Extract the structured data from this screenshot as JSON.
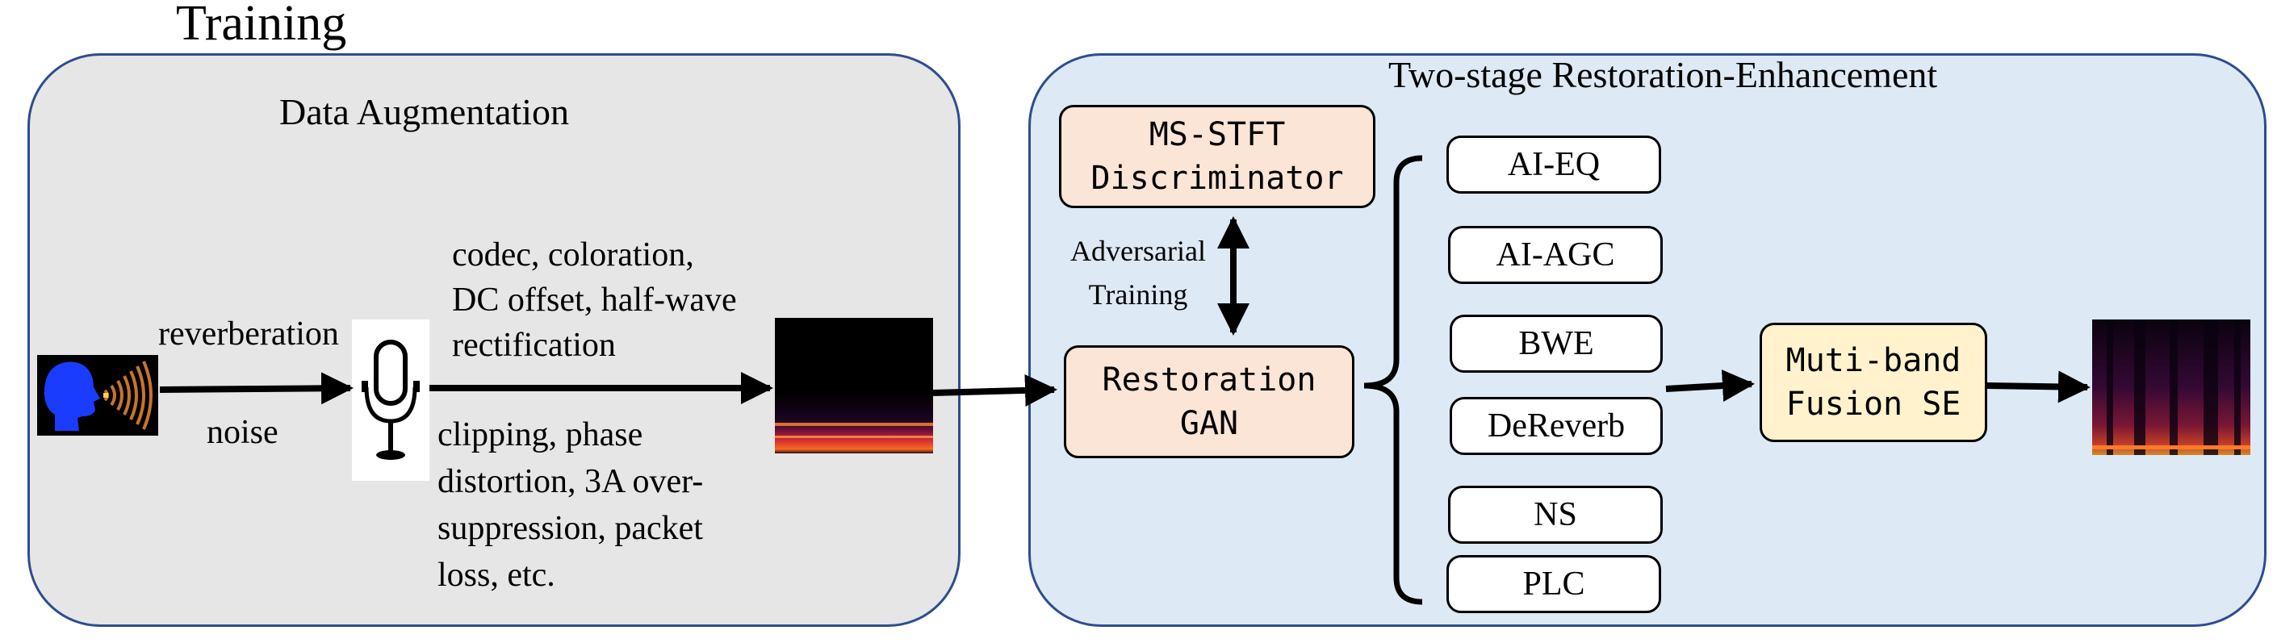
{
  "title": "Training",
  "left_panel": {
    "title": "Data Augmentation",
    "label_reverberation": "reverberation",
    "label_noise": "noise",
    "upper_distortions": [
      "codec, coloration,",
      "DC offset, half-wave",
      "rectification"
    ],
    "lower_distortions": [
      "clipping, phase",
      "distortion, 3A over-",
      "suppression, packet",
      "loss, etc."
    ]
  },
  "right_panel": {
    "title": "Two-stage Restoration-Enhancement",
    "discriminator": [
      "MS-STFT",
      "Discriminator"
    ],
    "adversarial": [
      "Adversarial",
      "Training"
    ],
    "restoration_gan": [
      "Restoration",
      "GAN"
    ],
    "tasks": [
      "AI-EQ",
      "AI-AGC",
      "BWE",
      "DeReverb",
      "NS",
      "PLC"
    ],
    "fusion": [
      "Muti-band",
      "Fusion SE"
    ]
  },
  "colors": {
    "panel_border": "#2e4d8f",
    "left_panel_fill": "#e6e6e6",
    "right_panel_fill": "#dde9f5",
    "peach_fill": "#fbe5d6",
    "yellow_fill": "#fff2cc",
    "speaker_blue": "#1a3cff"
  },
  "icons": [
    "speaking-head-icon",
    "microphone-icon",
    "spectrogram-icon"
  ]
}
